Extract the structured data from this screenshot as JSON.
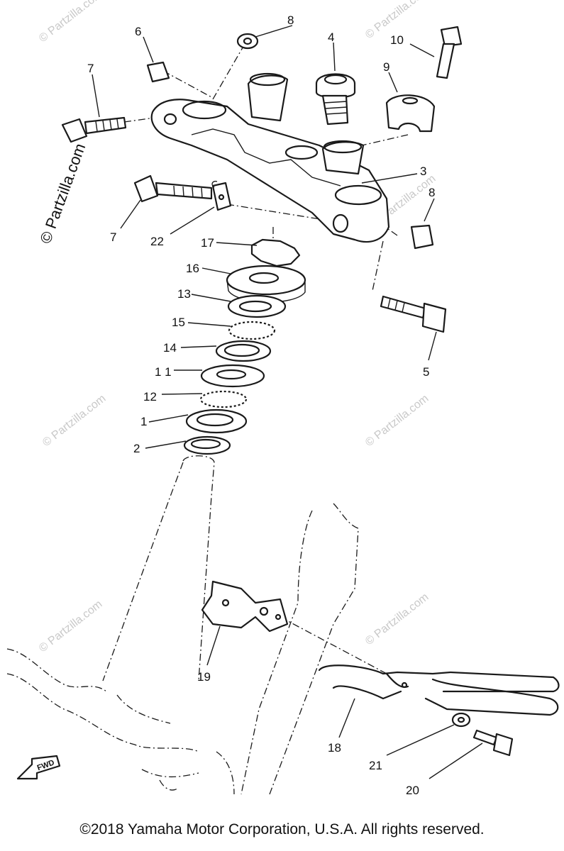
{
  "part_labels": {
    "p1": "1",
    "p2": "2",
    "p3": "3",
    "p4": "4",
    "p5": "5",
    "p6": "6",
    "p7a": "7",
    "p7b": "7",
    "p8a": "8",
    "p8b": "8",
    "p9": "9",
    "p10": "10",
    "p11": "1 1",
    "p12": "12",
    "p13": "13",
    "p14": "14",
    "p15": "15",
    "p16": "16",
    "p17": "17",
    "p18": "18",
    "p19": "19",
    "p20": "20",
    "p21": "21",
    "p22": "22"
  },
  "watermark": "© Partzilla.com",
  "fwd_label": "FWD",
  "copyright": "©2018  Yamaha Motor Corporation, U.S.A. All rights reserved."
}
